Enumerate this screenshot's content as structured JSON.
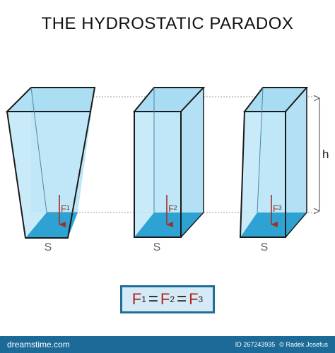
{
  "title": "THE HYDROSTATIC PARADOX",
  "vessels": [
    {
      "force_symbol": "F",
      "force_index": "1",
      "area_label": "S"
    },
    {
      "force_symbol": "F",
      "force_index": "2",
      "area_label": "S"
    },
    {
      "force_symbol": "F",
      "force_index": "3",
      "area_label": "S"
    }
  ],
  "height_label": "h",
  "formula": {
    "f1": "F",
    "i1": "1",
    "eq1": "=",
    "f2": "F",
    "i2": "2",
    "eq2": "=",
    "f3": "F",
    "i3": "3"
  },
  "footer": {
    "watermark": "dreamstime.com",
    "id_text": "ID 267243935",
    "copyright": "© Radek Josefus"
  },
  "colors": {
    "water_light": "#bfe6f7",
    "water_deep": "#2ea3d3",
    "outline": "#1a1a1a",
    "force_arrow": "#a0302a",
    "label_gray": "#5a6670",
    "formula_border": "#1f6f9a",
    "footer_bg": "#1b6a97"
  }
}
